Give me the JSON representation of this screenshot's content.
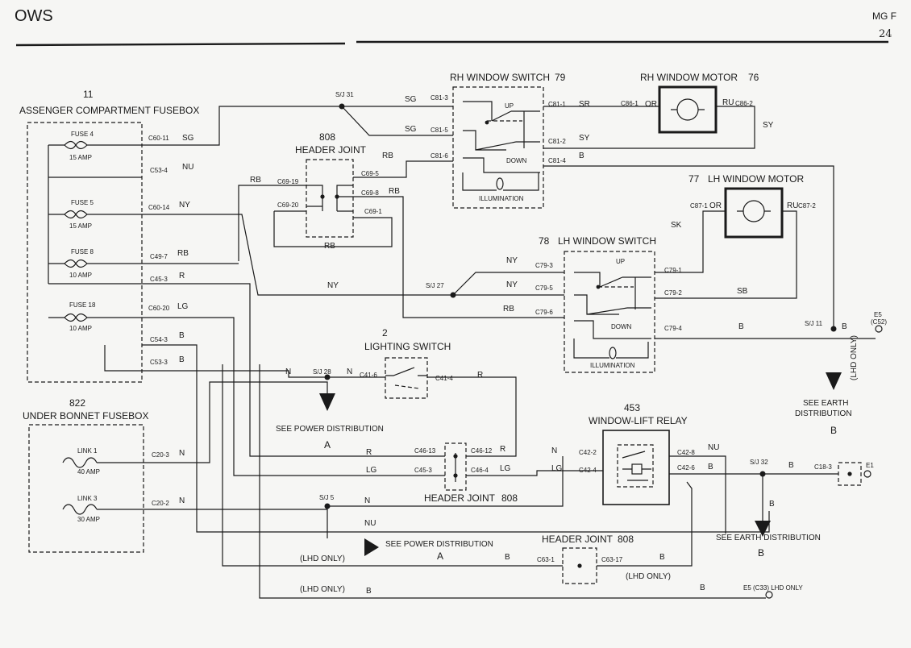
{
  "header": {
    "title": "OWS",
    "model": "MG F",
    "page": "24"
  },
  "components": {
    "pc_fusebox": {
      "number": "11",
      "title": "ASSENGER COMPARTMENT FUSEBOX"
    },
    "fuse4": {
      "name": "FUSE 4",
      "amp": "15 AMP"
    },
    "fuse5": {
      "name": "FUSE 5",
      "amp": "15 AMP"
    },
    "fuse8": {
      "name": "FUSE 8",
      "amp": "10 AMP"
    },
    "fuse18": {
      "name": "FUSE 18",
      "amp": "10 AMP"
    },
    "ub_fusebox": {
      "number": "822",
      "title": "UNDER BONNET FUSEBOX"
    },
    "link1": {
      "name": "LINK 1",
      "amp": "40 AMP"
    },
    "link3": {
      "name": "LINK 3",
      "amp": "30 AMP"
    },
    "hj808": {
      "number": "808",
      "title": "HEADER JOINT"
    },
    "rh_switch": {
      "title": "RH WINDOW SWITCH",
      "number": "79",
      "up": "UP",
      "down": "DOWN",
      "illum": "ILLUMINATION"
    },
    "rh_motor": {
      "title": "RH WINDOW MOTOR",
      "number": "76"
    },
    "lh_motor": {
      "number": "77",
      "title": "LH WINDOW MOTOR"
    },
    "lh_switch": {
      "number": "78",
      "title": "LH WINDOW SWITCH",
      "up": "UP",
      "down": "DOWN",
      "illum": "ILLUMINATION"
    },
    "lighting_switch": {
      "number": "2",
      "title": "LIGHTING SWITCH"
    },
    "relay": {
      "number": "453",
      "title": "WINDOW-LIFT RELAY"
    },
    "hj808_mid": {
      "title": "HEADER JOINT",
      "number": "808"
    },
    "hj808_low": {
      "title": "HEADER JOINT",
      "number": "808"
    }
  },
  "connectors": {
    "c60_11": "C60-11",
    "c53_4": "C53-4",
    "c60_14": "C60-14",
    "c49_7": "C49-7",
    "c45_3a": "C45-3",
    "c60_20": "C60-20",
    "c54_3": "C54-3",
    "c53_3": "C53-3",
    "c20_3": "C20-3",
    "c20_2": "C20-2",
    "c69_19": "C69-19",
    "c69_20": "C69-20",
    "c69_5": "C69-5",
    "c69_8": "C69-8",
    "c69_1": "C69-1",
    "c81_3": "C81-3",
    "c81_5": "C81-5",
    "c81_6": "C81-6",
    "c81_1": "C81-1",
    "c81_2": "C81-2",
    "c81_4": "C81-4",
    "c86_1": "C86-1",
    "c86_2": "C86-2",
    "c87_1": "C87-1",
    "c87_2": "C87-2",
    "c79_3": "C79-3",
    "c79_5": "C79-5",
    "c79_6": "C79-6",
    "c79_1": "C79-1",
    "c79_2": "C79-2",
    "c79_4": "C79-4",
    "c41_6": "C41-6",
    "c41_4": "C41-4",
    "c46_13": "C46-13",
    "c46_12": "C46-12",
    "c45_3b": "C45-3",
    "c46_4": "C46-4",
    "c42_2": "C42-2",
    "c42_4": "C42-4",
    "c42_8": "C42-8",
    "c42_6": "C42-6",
    "c18_3": "C18-3",
    "c63_1": "C63-1",
    "c63_17": "C63-17"
  },
  "splices": {
    "sj31": "S/J 31",
    "sj27": "S/J 27",
    "sj11": "S/J 11",
    "sj28": "S/J 28",
    "sj32": "S/J 32",
    "sj5": "S/J 5"
  },
  "wires": {
    "sg1": "SG",
    "sg2": "SG",
    "sg3": "SG",
    "nu1": "NU",
    "ny1": "NY",
    "rb1": "RB",
    "r1": "R",
    "lg1": "LG",
    "b1": "B",
    "b2": "B",
    "n1": "N",
    "n2": "N",
    "rb2": "RB",
    "rb3": "RB",
    "rb4": "RB",
    "sr": "SR",
    "sy1": "SY",
    "sy2": "SY",
    "b3": "B",
    "or1": "OR",
    "ru1": "RU",
    "or2": "OR",
    "ru2": "RU",
    "sk": "SK",
    "ny2": "NY",
    "ny3": "NY",
    "ny4": "NY",
    "rb5": "RB",
    "sb": "SB",
    "b4": "B",
    "b5": "B",
    "n3": "N",
    "n4": "N",
    "r2": "R",
    "r3": "R",
    "r4": "R",
    "lg2": "LG",
    "lg3": "LG",
    "lg4": "LG",
    "n5": "N",
    "nu2": "NU",
    "b6": "B",
    "b7": "B",
    "b8": "B",
    "n6": "N",
    "nu3": "NU",
    "b9": "B",
    "b10": "B",
    "b11": "B",
    "b12": "B"
  },
  "earths": {
    "e5": "E5",
    "e5_sub": "(C52)",
    "e1": "E1",
    "e5_c33": "E5 (C33) LHD ONLY",
    "lhd_only_v": "(LHD ONLY)"
  },
  "refs": {
    "see_power1": "SEE POWER DISTRIBUTION",
    "see_power1_letter": "A",
    "see_power2": "SEE POWER DISTRIBUTION",
    "see_power2_letter": "A",
    "see_earth1a": "SEE EARTH",
    "see_earth1b": "DISTRIBUTION",
    "see_earth1_letter": "B",
    "see_earth2": "SEE EARTH DISTRIBUTION",
    "see_earth2_letter": "B",
    "lhd1": "(LHD ONLY)",
    "lhd2": "(LHD ONLY)",
    "lhd3": "(LHD ONLY)"
  }
}
